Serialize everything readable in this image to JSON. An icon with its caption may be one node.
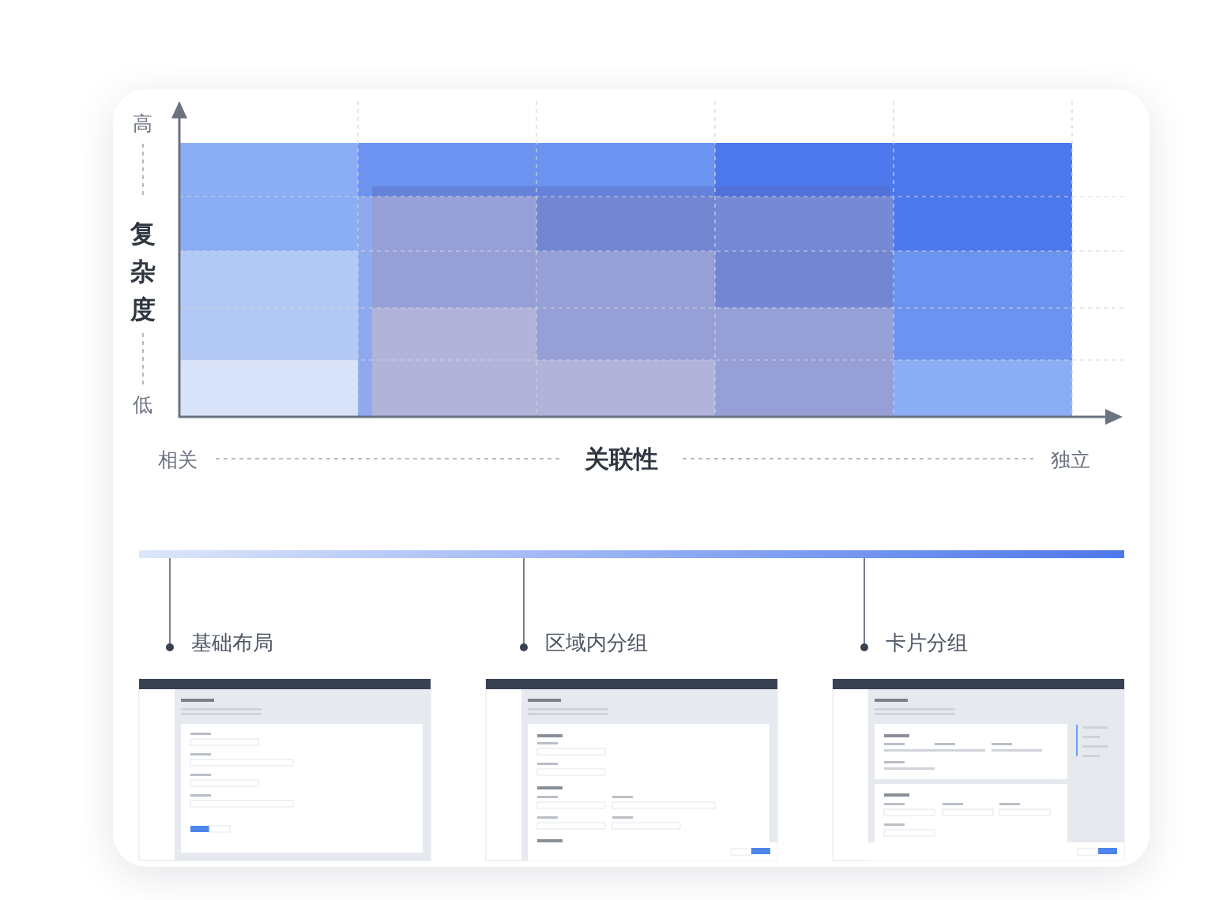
{
  "diagram": {
    "nodes": [
      {
        "text": [],
        "shape": "bar"
      },
      {
        "text": [
          "基础布局"
        ]
      },
      {
        "text": [
          "区域内分组"
        ]
      },
      {
        "text": [
          "卡片分组"
        ]
      }
    ],
    "edges": [
      {
        "from": 1,
        "to": 0,
        "arrow": "other"
      },
      {
        "from": 2,
        "to": 0,
        "arrow": "other"
      },
      {
        "from": 3,
        "to": 0,
        "arrow": "other"
      }
    ],
    "labels": [
      "高",
      "复杂度",
      "低",
      "相关",
      "关联性",
      "独立"
    ]
  }
}
